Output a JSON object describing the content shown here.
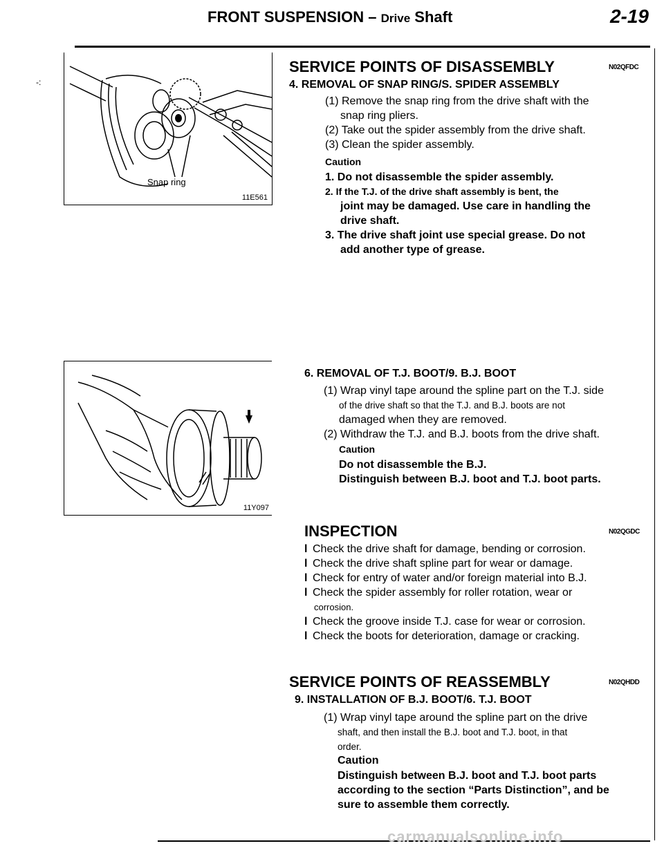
{
  "header": {
    "section": "FRONT SUSPENSION",
    "dash": "–",
    "subsection": "Drive",
    "subsection2": "Shaft",
    "page_number": "2-19"
  },
  "figures": {
    "fig1": {
      "label": "Snap ring",
      "code": "11E561"
    },
    "fig2": {
      "code": "11Y097"
    }
  },
  "disassembly": {
    "title": "SERVICE POINTS OF DISASSEMBLY",
    "code": "N02QFDC",
    "item4": {
      "title": "4. REMOVAL OF SNAP RING/S. SPIDER ASSEMBLY",
      "steps": [
        "(1) Remove the snap ring from the drive shaft with the",
        "snap ring pliers.",
        "(2) Take out the spider assembly from the drive shaft.",
        "(3) Clean the spider assembly."
      ],
      "caution_label": "Caution",
      "cautions": [
        "1. Do not disassemble the spider assembly.",
        "2. If the T.J. of the drive shaft assembly is bent, the",
        "joint may be damaged. Use care in handling the",
        "drive shaft.",
        "3. The drive shaft joint use special grease. Do not",
        "add another type of grease."
      ]
    },
    "item6": {
      "title": "6. REMOVAL OF T.J. BOOT/9. B.J. BOOT",
      "steps": [
        "(1) Wrap vinyl tape around the spline part on the T.J. side",
        "of the drive shaft so that the T.J. and B.J. boots are not",
        "damaged when they are removed.",
        "(2) Withdraw the T.J. and B.J. boots from the drive shaft."
      ],
      "caution_label": "Caution",
      "cautions": [
        "Do not disassemble the B.J.",
        "Distinguish between B.J. boot and T.J. boot parts."
      ]
    }
  },
  "inspection": {
    "title": "INSPECTION",
    "code": "N02QGDC",
    "bullet_symbol": "l",
    "items": [
      "Check the drive shaft for damage, bending or corrosion.",
      "Check the drive shaft spline part for wear or damage.",
      "Check for entry of water and/or foreign material into B.J.",
      "Check the spider assembly for roller rotation, wear or",
      "corrosion.",
      "Check the groove inside T.J. case for wear or corrosion.",
      "Check the boots for deterioration, damage or cracking."
    ]
  },
  "reassembly": {
    "title": "SERVICE POINTS OF REASSEMBLY",
    "code": "N02QHDD",
    "item9": {
      "title": "9. INSTALLATION OF B.J. BOOT/6. T.J. BOOT",
      "steps": [
        "(1) Wrap vinyl tape around the spline part on the drive",
        "shaft, and then install the B.J. boot and T.J. boot, in that",
        "order."
      ],
      "caution_label": "Caution",
      "cautions": [
        "Distinguish between B.J. boot and T.J. boot parts",
        "according to the section “Parts Distinction”, and be",
        "sure to assemble them correctly."
      ]
    }
  },
  "watermark": "carmanualsonline.info"
}
